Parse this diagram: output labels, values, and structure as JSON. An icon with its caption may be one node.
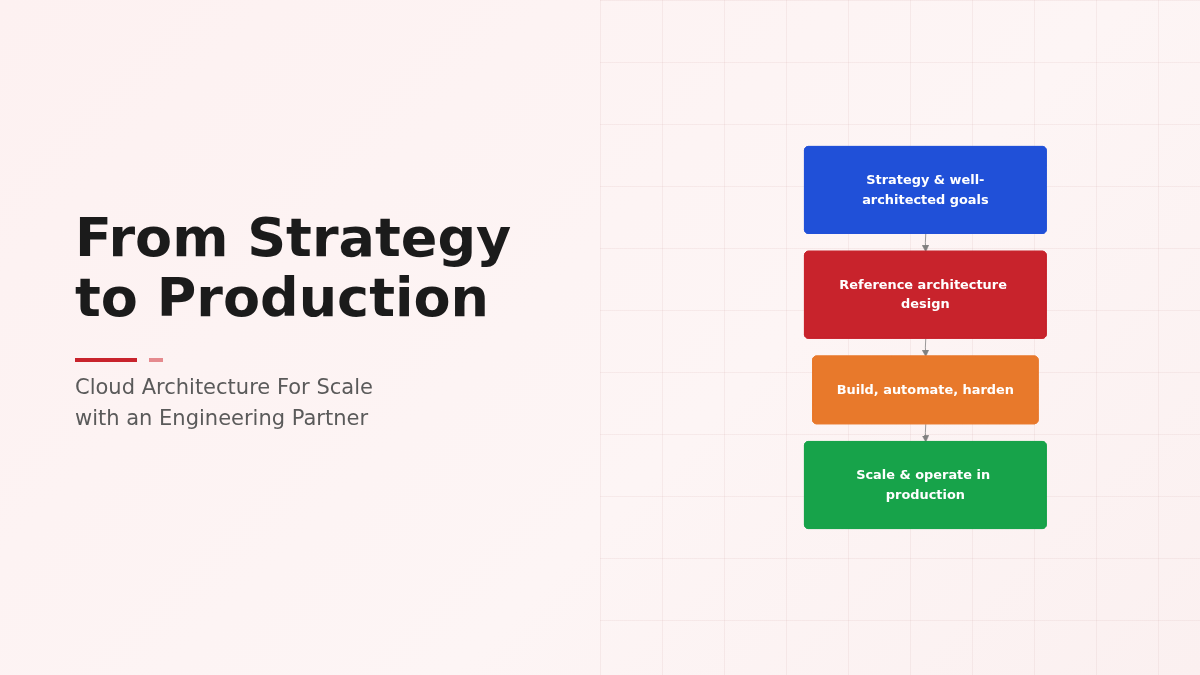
{
  "diagram": {
    "title": "From Strategy to Production",
    "caption": "Cloud Architecture For Scale with an Engineering Partner",
    "nodes": [
      {
        "text": [
          "Strategy & well-architected goals"
        ]
      },
      {
        "text": [
          "Reference architecture design"
        ]
      },
      {
        "text": [
          "Build, automate, harden"
        ]
      },
      {
        "text": [
          "Scale & operate in production"
        ]
      }
    ],
    "edges": [
      {
        "from": 0,
        "to": 1,
        "arrow": "to"
      },
      {
        "from": 1,
        "to": 2,
        "arrow": "to"
      },
      {
        "from": 2,
        "to": 3,
        "arrow": "to"
      }
    ]
  }
}
